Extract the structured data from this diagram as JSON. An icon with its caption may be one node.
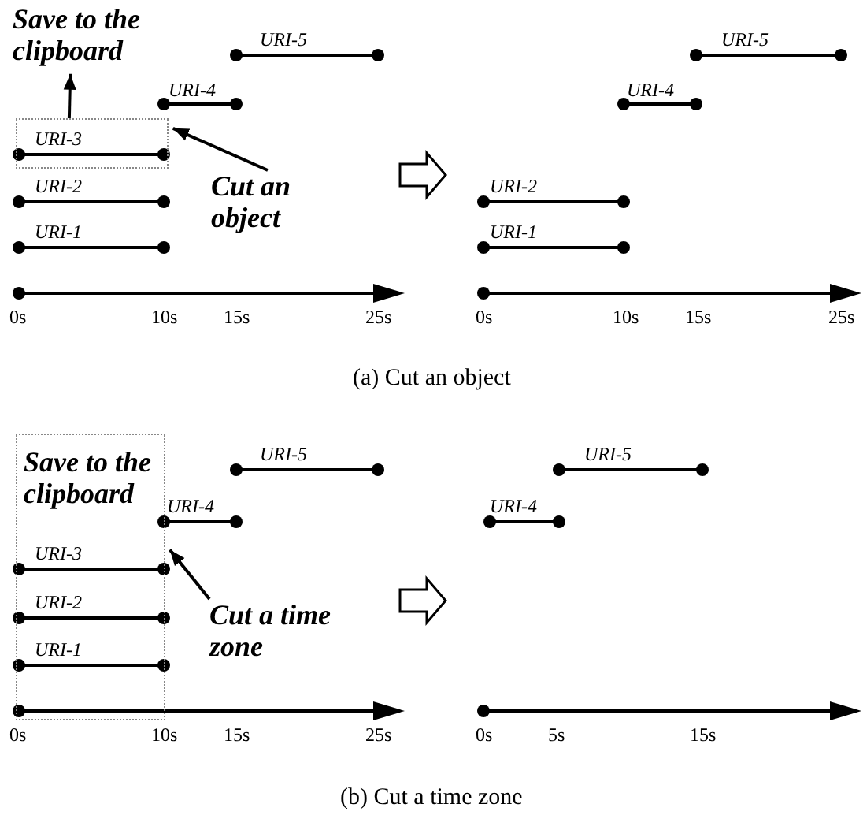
{
  "diagram": {
    "nodes": [
      {
        "text": [
          "Save to the clipboard"
        ]
      },
      {
        "text": [],
        "shape": "box"
      },
      {
        "text": [
          "Cut an object"
        ]
      },
      {
        "text": [],
        "shape": "box"
      },
      {
        "text": [
          "Save to the clipboard"
        ],
        "in": 3
      },
      {
        "text": [
          "Cut a time zone"
        ]
      }
    ],
    "edges": [
      {
        "from": 1,
        "to": 0,
        "arrow": "to"
      },
      {
        "from": 2,
        "to": 1,
        "arrow": "to"
      },
      {
        "from": 5,
        "to": 3,
        "arrow": "to"
      }
    ],
    "labels": [
      "URI-5",
      "URI-4",
      "URI-3",
      "URI-2",
      "URI-1",
      "0s",
      "10s",
      "15s",
      "25s",
      "URI-5",
      "URI-4",
      "URI-2",
      "URI-1",
      "0s",
      "10s",
      "15s",
      "25s",
      "(a) Cut an object",
      "URI-5",
      "URI-4",
      "URI-3",
      "URI-2",
      "URI-1",
      "0s",
      "10s",
      "15s",
      "25s",
      "URI-5",
      "URI-4",
      "0s",
      "5s",
      "15s",
      "(b) Cut a time zone"
    ]
  }
}
